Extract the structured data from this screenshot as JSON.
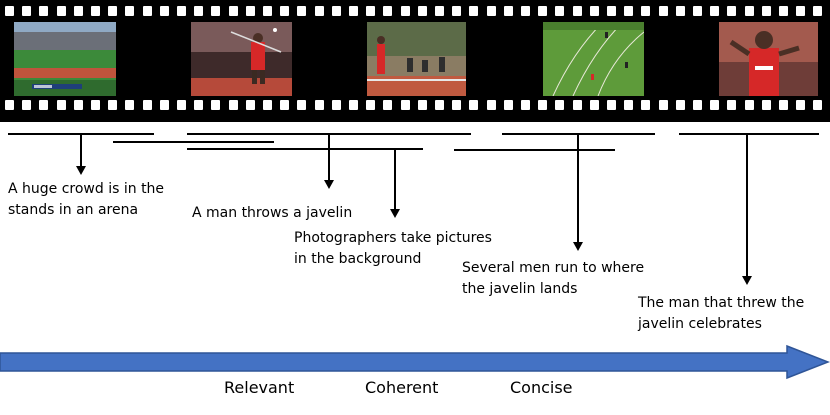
{
  "events": [
    {
      "caption": "A huge crowd is in the\nstands in an arena"
    },
    {
      "caption": "A man throws a javelin"
    },
    {
      "caption": "Photographers take pictures\nin the background"
    },
    {
      "caption": "Several men run to where\nthe javelin lands"
    },
    {
      "caption": "The man that threw the\njavelin celebrates"
    }
  ],
  "criteria": [
    "Relevant",
    "Coherent",
    "Concise"
  ],
  "colors": {
    "timeline_arrow": "#4472c4",
    "timeline_arrow_border": "#2f5597",
    "film": "#000000"
  }
}
